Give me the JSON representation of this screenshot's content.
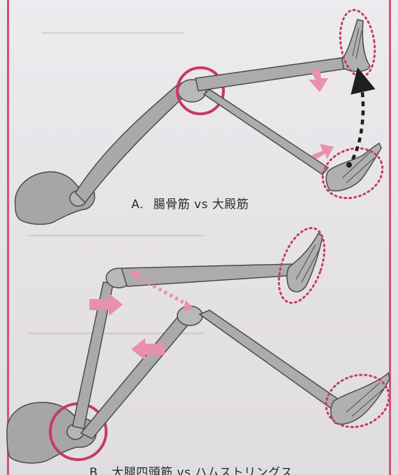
{
  "figures": {
    "a": {
      "label": "A.",
      "title": "腸骨筋 vs 大殿筋"
    },
    "b": {
      "label": "B.",
      "title": "大腿四頭筋 vs ハムストリングス"
    }
  },
  "colors": {
    "frame": "#d0527a",
    "bone_fill": "#a8a8aa",
    "bone_stroke": "#4a4a4a",
    "highlight_circle": "#c9386a",
    "arrow_fill": "#e98fb0",
    "dotted_ellipse": "#c9386a",
    "dark_arrow": "#1e1e1e"
  },
  "icons": {
    "hip": "pelvis-icon",
    "foot": "foot-skeleton-icon",
    "arrow": "push-arrow-icon"
  }
}
